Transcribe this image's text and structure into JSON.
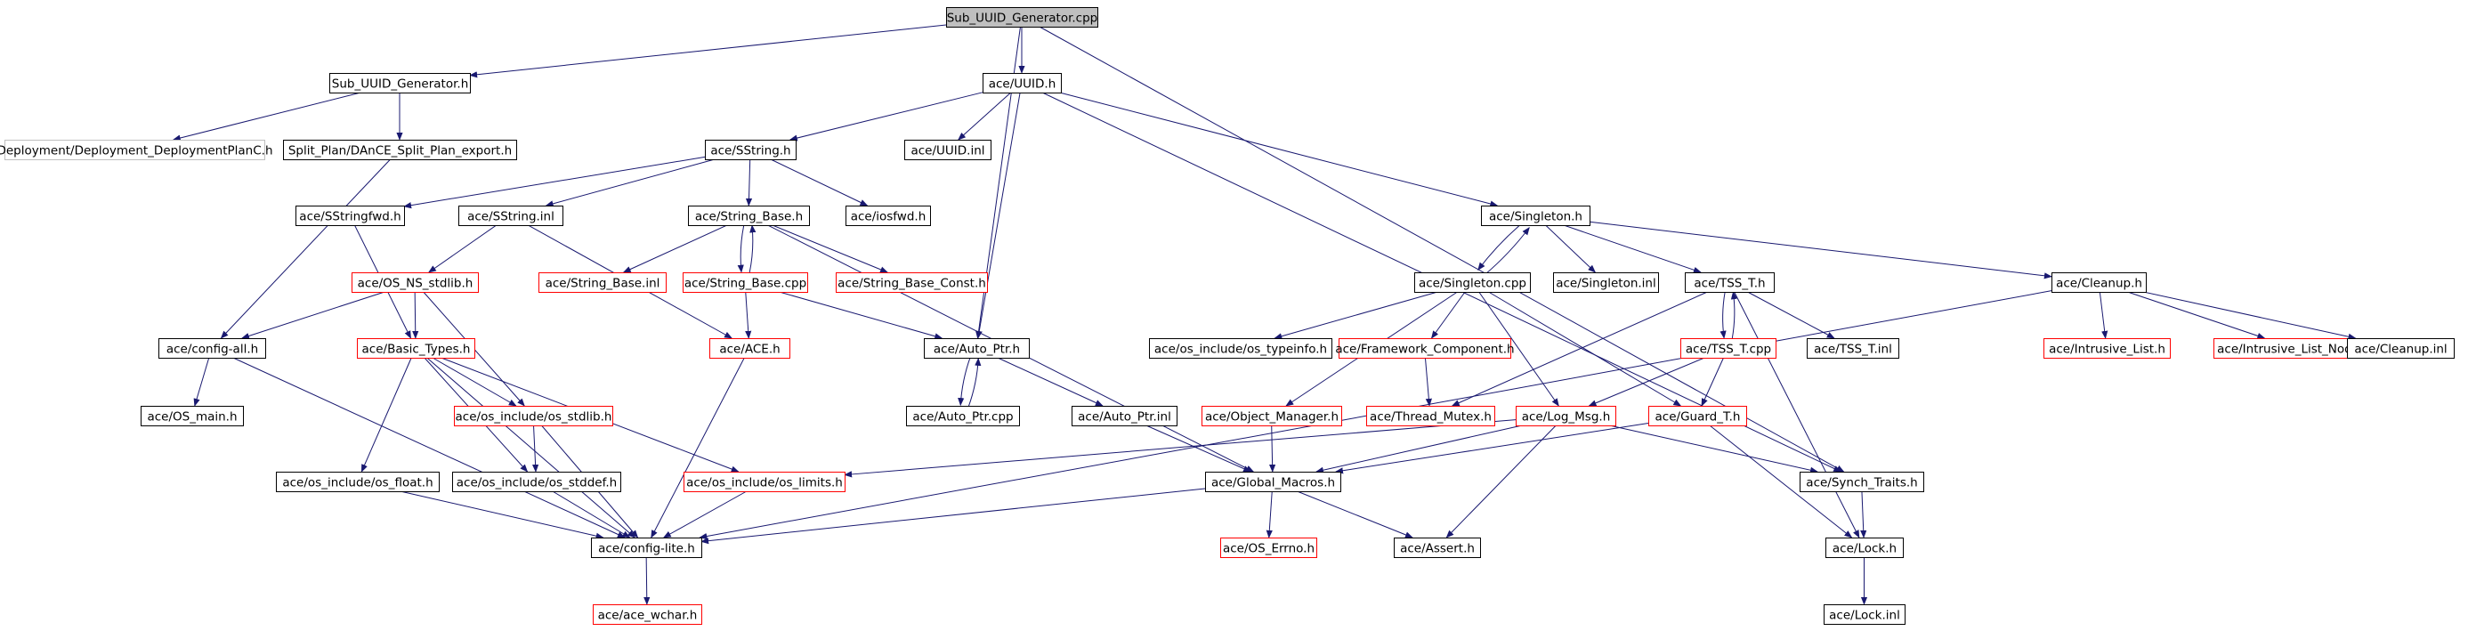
{
  "colors": {
    "edge": "#191970",
    "border_default": "#000000",
    "border_red": "#ff0000",
    "border_grey": "#bfbfbf",
    "root_fill": "#bfbfbf",
    "fill": "#ffffff",
    "text": "#000000"
  },
  "nodes": [
    {
      "id": "root",
      "label": "Sub_UUID_Generator.cpp",
      "style": "root"
    },
    {
      "id": "sub_h",
      "label": "Sub_UUID_Generator.h",
      "style": "black"
    },
    {
      "id": "uuid_h",
      "label": "ace/UUID.h",
      "style": "black"
    },
    {
      "id": "dep_plan",
      "label": "Deployment/Deployment_DeploymentPlanC.h",
      "style": "grey"
    },
    {
      "id": "split_exp",
      "label": "Split_Plan/DAnCE_Split_Plan_export.h",
      "style": "black"
    },
    {
      "id": "sstring_h",
      "label": "ace/SString.h",
      "style": "black"
    },
    {
      "id": "uuid_inl",
      "label": "ace/UUID.inl",
      "style": "black"
    },
    {
      "id": "sstringfwd",
      "label": "ace/SStringfwd.h",
      "style": "black"
    },
    {
      "id": "sstring_inl",
      "label": "ace/SString.inl",
      "style": "black"
    },
    {
      "id": "string_base_h",
      "label": "ace/String_Base.h",
      "style": "black"
    },
    {
      "id": "iosfwd",
      "label": "ace/iosfwd.h",
      "style": "black"
    },
    {
      "id": "singleton_h",
      "label": "ace/Singleton.h",
      "style": "black"
    },
    {
      "id": "os_ns_stdlib",
      "label": "ace/OS_NS_stdlib.h",
      "style": "red"
    },
    {
      "id": "string_base_inl",
      "label": "ace/String_Base.inl",
      "style": "red"
    },
    {
      "id": "string_base_cpp",
      "label": "ace/String_Base.cpp",
      "style": "red"
    },
    {
      "id": "string_base_const",
      "label": "ace/String_Base_Const.h",
      "style": "red"
    },
    {
      "id": "singleton_cpp",
      "label": "ace/Singleton.cpp",
      "style": "black"
    },
    {
      "id": "singleton_inl",
      "label": "ace/Singleton.inl",
      "style": "black"
    },
    {
      "id": "tss_t_h",
      "label": "ace/TSS_T.h",
      "style": "black"
    },
    {
      "id": "cleanup_h",
      "label": "ace/Cleanup.h",
      "style": "black"
    },
    {
      "id": "config_all",
      "label": "ace/config-all.h",
      "style": "black"
    },
    {
      "id": "basic_types",
      "label": "ace/Basic_Types.h",
      "style": "red"
    },
    {
      "id": "ace_h",
      "label": "ace/ACE.h",
      "style": "red"
    },
    {
      "id": "auto_ptr_h",
      "label": "ace/Auto_Ptr.h",
      "style": "black"
    },
    {
      "id": "os_typeinfo",
      "label": "ace/os_include/os_typeinfo.h",
      "style": "black"
    },
    {
      "id": "framework_comp",
      "label": "ace/Framework_Component.h",
      "style": "red"
    },
    {
      "id": "tss_t_cpp",
      "label": "ace/TSS_T.cpp",
      "style": "red"
    },
    {
      "id": "tss_t_inl",
      "label": "ace/TSS_T.inl",
      "style": "black"
    },
    {
      "id": "intrusive_list",
      "label": "ace/Intrusive_List.h",
      "style": "red"
    },
    {
      "id": "intrusive_list_node",
      "label": "ace/Intrusive_List_Node.h",
      "style": "red"
    },
    {
      "id": "cleanup_inl",
      "label": "ace/Cleanup.inl",
      "style": "black"
    },
    {
      "id": "os_main",
      "label": "ace/OS_main.h",
      "style": "black"
    },
    {
      "id": "os_stdlib",
      "label": "ace/os_include/os_stdlib.h",
      "style": "red"
    },
    {
      "id": "auto_ptr_cpp",
      "label": "ace/Auto_Ptr.cpp",
      "style": "black"
    },
    {
      "id": "auto_ptr_inl",
      "label": "ace/Auto_Ptr.inl",
      "style": "black"
    },
    {
      "id": "object_manager",
      "label": "ace/Object_Manager.h",
      "style": "red"
    },
    {
      "id": "thread_mutex",
      "label": "ace/Thread_Mutex.h",
      "style": "red"
    },
    {
      "id": "log_msg",
      "label": "ace/Log_Msg.h",
      "style": "red"
    },
    {
      "id": "guard_t",
      "label": "ace/Guard_T.h",
      "style": "red"
    },
    {
      "id": "os_float",
      "label": "ace/os_include/os_float.h",
      "style": "black"
    },
    {
      "id": "os_stddef",
      "label": "ace/os_include/os_stddef.h",
      "style": "black"
    },
    {
      "id": "os_limits",
      "label": "ace/os_include/os_limits.h",
      "style": "red"
    },
    {
      "id": "global_macros",
      "label": "ace/Global_Macros.h",
      "style": "black"
    },
    {
      "id": "synch_traits",
      "label": "ace/Synch_Traits.h",
      "style": "black"
    },
    {
      "id": "config_lite",
      "label": "ace/config-lite.h",
      "style": "black"
    },
    {
      "id": "os_errno",
      "label": "ace/OS_Errno.h",
      "style": "red"
    },
    {
      "id": "assert_h",
      "label": "ace/Assert.h",
      "style": "black"
    },
    {
      "id": "lock_h",
      "label": "ace/Lock.h",
      "style": "black"
    },
    {
      "id": "ace_wchar",
      "label": "ace/ace_wchar.h",
      "style": "red"
    },
    {
      "id": "lock_inl",
      "label": "ace/Lock.inl",
      "style": "black"
    }
  ],
  "edges": [
    [
      "root",
      "sub_h"
    ],
    [
      "root",
      "uuid_h"
    ],
    [
      "root",
      "auto_ptr_h"
    ],
    [
      "root",
      "synch_traits"
    ],
    [
      "sub_h",
      "dep_plan"
    ],
    [
      "sub_h",
      "split_exp"
    ],
    [
      "split_exp",
      "config_all"
    ],
    [
      "uuid_h",
      "sstring_h"
    ],
    [
      "uuid_h",
      "uuid_inl"
    ],
    [
      "uuid_h",
      "singleton_h"
    ],
    [
      "uuid_h",
      "auto_ptr_h"
    ],
    [
      "uuid_h",
      "synch_traits"
    ],
    [
      "sstring_h",
      "sstringfwd"
    ],
    [
      "sstring_h",
      "sstring_inl"
    ],
    [
      "sstring_h",
      "string_base_h"
    ],
    [
      "sstring_h",
      "iosfwd"
    ],
    [
      "sstringfwd",
      "basic_types"
    ],
    [
      "sstring_inl",
      "os_ns_stdlib"
    ],
    [
      "sstring_inl",
      "ace_h"
    ],
    [
      "string_base_h",
      "string_base_inl"
    ],
    [
      "string_base_h",
      "string_base_cpp"
    ],
    [
      "string_base_h",
      "string_base_const"
    ],
    [
      "string_base_h",
      "global_macros"
    ],
    [
      "string_base_cpp",
      "string_base_h"
    ],
    [
      "string_base_cpp",
      "ace_h"
    ],
    [
      "string_base_cpp",
      "auto_ptr_h"
    ],
    [
      "singleton_h",
      "singleton_cpp"
    ],
    [
      "singleton_h",
      "singleton_inl"
    ],
    [
      "singleton_h",
      "tss_t_h"
    ],
    [
      "singleton_h",
      "cleanup_h"
    ],
    [
      "singleton_cpp",
      "singleton_h"
    ],
    [
      "singleton_cpp",
      "os_typeinfo"
    ],
    [
      "singleton_cpp",
      "framework_comp"
    ],
    [
      "singleton_cpp",
      "object_manager"
    ],
    [
      "singleton_cpp",
      "log_msg"
    ],
    [
      "singleton_cpp",
      "guard_t"
    ],
    [
      "tss_t_h",
      "tss_t_cpp"
    ],
    [
      "tss_t_h",
      "tss_t_inl"
    ],
    [
      "tss_t_h",
      "thread_mutex"
    ],
    [
      "tss_t_h",
      "lock_h"
    ],
    [
      "tss_t_cpp",
      "tss_t_h"
    ],
    [
      "tss_t_cpp",
      "log_msg"
    ],
    [
      "tss_t_cpp",
      "guard_t"
    ],
    [
      "cleanup_h",
      "intrusive_list"
    ],
    [
      "cleanup_h",
      "intrusive_list_node"
    ],
    [
      "cleanup_h",
      "cleanup_inl"
    ],
    [
      "cleanup_h",
      "config_lite"
    ],
    [
      "os_ns_stdlib",
      "config_all"
    ],
    [
      "os_ns_stdlib",
      "basic_types"
    ],
    [
      "os_ns_stdlib",
      "os_stdlib"
    ],
    [
      "config_all",
      "os_main"
    ],
    [
      "config_all",
      "config_lite"
    ],
    [
      "basic_types",
      "os_stdlib"
    ],
    [
      "basic_types",
      "os_float"
    ],
    [
      "basic_types",
      "os_stddef"
    ],
    [
      "basic_types",
      "os_limits"
    ],
    [
      "basic_types",
      "config_lite"
    ],
    [
      "ace_h",
      "config_lite"
    ],
    [
      "auto_ptr_h",
      "auto_ptr_cpp"
    ],
    [
      "auto_ptr_h",
      "auto_ptr_inl"
    ],
    [
      "auto_ptr_cpp",
      "auto_ptr_h"
    ],
    [
      "auto_ptr_inl",
      "global_macros"
    ],
    [
      "framework_comp",
      "thread_mutex"
    ],
    [
      "object_manager",
      "global_macros"
    ],
    [
      "log_msg",
      "os_limits"
    ],
    [
      "log_msg",
      "global_macros"
    ],
    [
      "log_msg",
      "assert_h"
    ],
    [
      "log_msg",
      "synch_traits"
    ],
    [
      "guard_t",
      "global_macros"
    ],
    [
      "guard_t",
      "lock_h"
    ],
    [
      "os_stdlib",
      "os_stddef"
    ],
    [
      "os_stdlib",
      "config_lite"
    ],
    [
      "os_float",
      "config_lite"
    ],
    [
      "os_stddef",
      "config_lite"
    ],
    [
      "os_limits",
      "config_lite"
    ],
    [
      "global_macros",
      "config_lite"
    ],
    [
      "global_macros",
      "os_errno"
    ],
    [
      "global_macros",
      "assert_h"
    ],
    [
      "synch_traits",
      "lock_h"
    ],
    [
      "lock_h",
      "lock_inl"
    ],
    [
      "config_lite",
      "ace_wchar"
    ]
  ]
}
